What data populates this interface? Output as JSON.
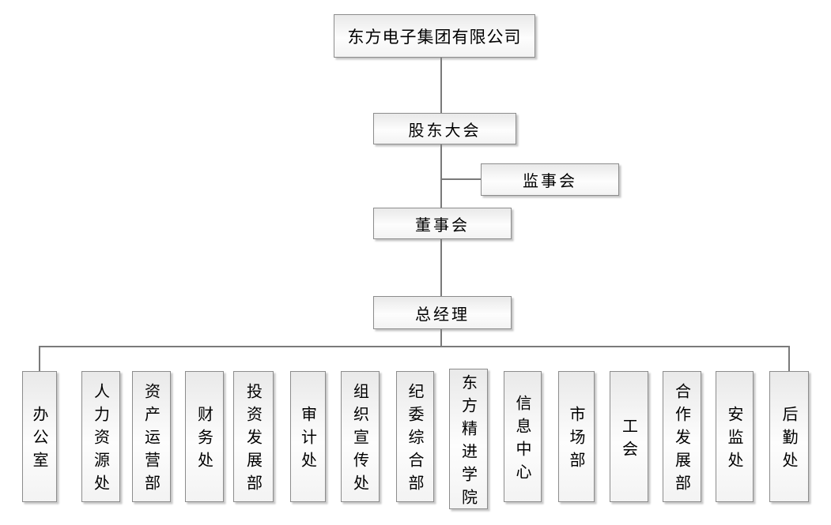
{
  "org": {
    "company": "东方电子集团有限公司",
    "shareholders_meeting": "股东大会",
    "supervisory_board": "监事会",
    "board_of_directors": "董事会",
    "general_manager": "总经理",
    "departments": [
      "办公室",
      "人力资源处",
      "资产运营部",
      "财务处",
      "投资发展部",
      "审计处",
      "组织宣传处",
      "纪委综合部",
      "东方精进学院",
      "信息中心",
      "市场部",
      "工会",
      "合作发展部",
      "安监处",
      "后勤处"
    ]
  },
  "colors": {
    "background": "#ffffff",
    "box_border": "#8c8c8c",
    "box_fill_top": "#e9e9e9",
    "box_fill_bottom": "#f3f3f3",
    "connector": "#7a7a7a",
    "text": "#000000"
  }
}
